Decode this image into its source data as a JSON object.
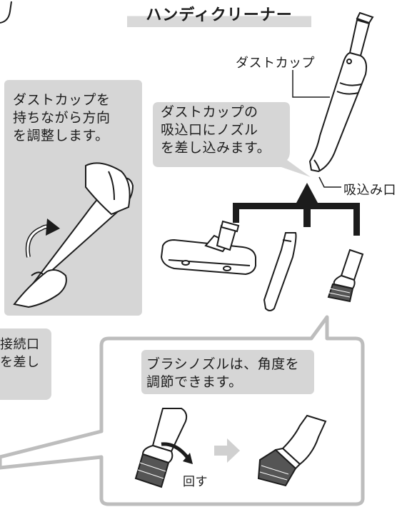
{
  "title": "ハンディクリーナー",
  "dust_cup_label": "ダストカップ",
  "suction_port_label": "吸込み口",
  "panel_text": "ダストカップを\n持ちながら方向\nを調整します。",
  "nozzle_bubble_text": "ダストカップの\n吸込口にノズル\nを差し込みます。",
  "left_bubble_text": "接続口\nを差し",
  "brush_bubble_text": "ブラシノズルは、角度を\n調節できます。",
  "rotate_label": "回す",
  "colors": {
    "bubble_fill": "#d6d6d6",
    "arrow_fill": "#d0d0d0",
    "line": "#1c1c1c"
  },
  "icons": [
    "handheld-cleaner",
    "floor-nozzle",
    "crevice-nozzle",
    "brush-nozzle",
    "rotate-arrow",
    "hand",
    "right-arrow"
  ]
}
